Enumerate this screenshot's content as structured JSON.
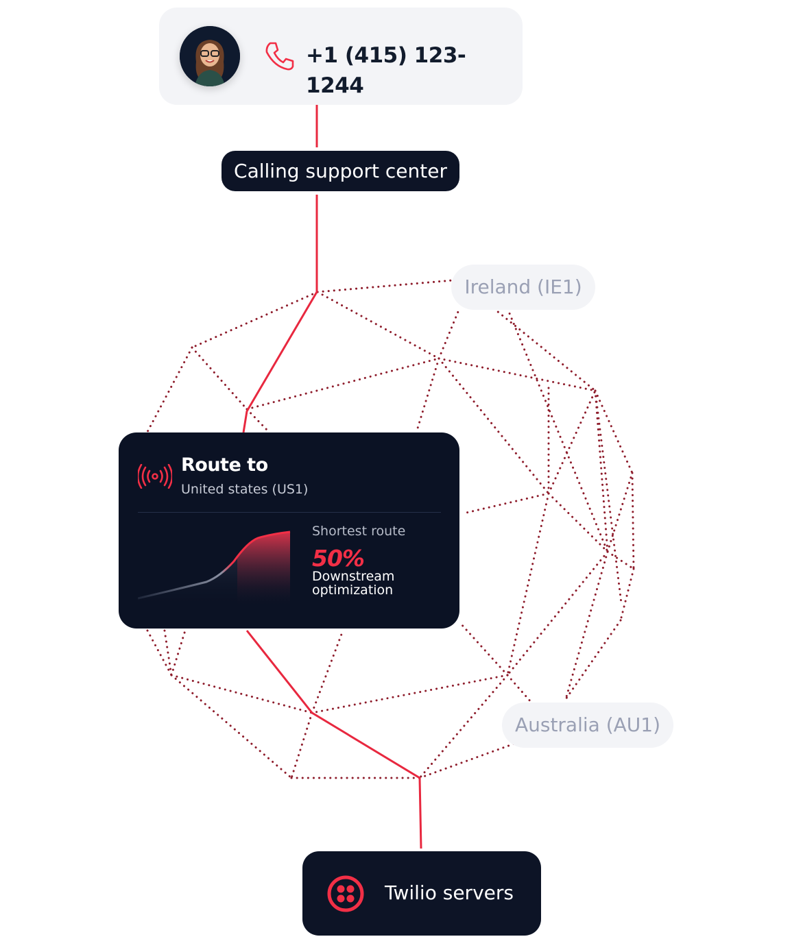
{
  "caller": {
    "phone_number": "+1 (415) 123-1244",
    "avatar_icon": "person-avatar",
    "phone_icon": "phone-icon"
  },
  "support": {
    "label": "Calling support center"
  },
  "regions": {
    "ireland": "Ireland (IE1)",
    "australia": "Australia (AU1)"
  },
  "route": {
    "title": "Route to",
    "destination": "United states (US1)",
    "shortest_label": "Shortest route",
    "percent": "50%",
    "description": "Downstream optimization",
    "icon": "signal-broadcast-icon"
  },
  "servers": {
    "label": "Twilio servers",
    "icon": "twilio-logo-icon"
  },
  "colors": {
    "accent_red": "#f22f46",
    "network_dots": "#8e1c2b",
    "dark_navy": "#0d1426",
    "light_gray": "#f3f4f7",
    "muted_text": "#9aa0b4"
  }
}
